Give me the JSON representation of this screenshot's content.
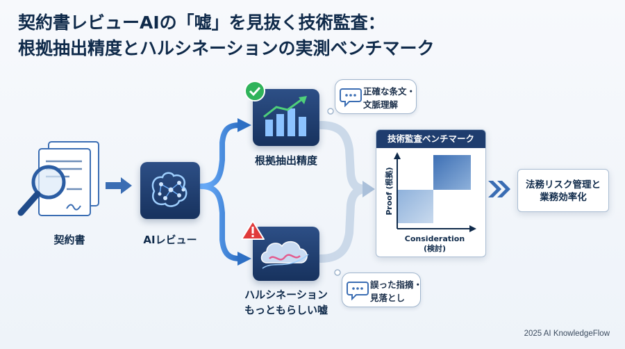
{
  "title": {
    "line1": "契約書レビューAIの「嘘」を見抜く技術監査：",
    "line2": "根拠抽出精度とハルシネーションの実測ベンチマーク"
  },
  "nodes": {
    "contract": "契約書",
    "ai_review": "AIレビュー",
    "extraction": "根拠抽出精度",
    "hallucination_line1": "ハルシネーション",
    "hallucination_line2": "もっともらしい嘘"
  },
  "bubbles": {
    "correct_line1": "正確な条文・",
    "correct_line2": "文脈理解",
    "error_line1": "誤った指摘・",
    "error_line2": "見落とし"
  },
  "benchmark": {
    "title": "技術監査ベンチマーク",
    "y_axis": "Proof (根拠)",
    "x_axis_line1": "Consideration",
    "x_axis_line2": "(検討)"
  },
  "output": {
    "line1": "法務リスク管理と",
    "line2": "業務効率化"
  },
  "credit": "2025 AI KnowledgeFlow",
  "colors": {
    "navy": "#0f2a4a",
    "tile": "#1f3d6e",
    "accent": "#3d7fd1",
    "success": "#2fb35a",
    "warning": "#e03a3a"
  }
}
